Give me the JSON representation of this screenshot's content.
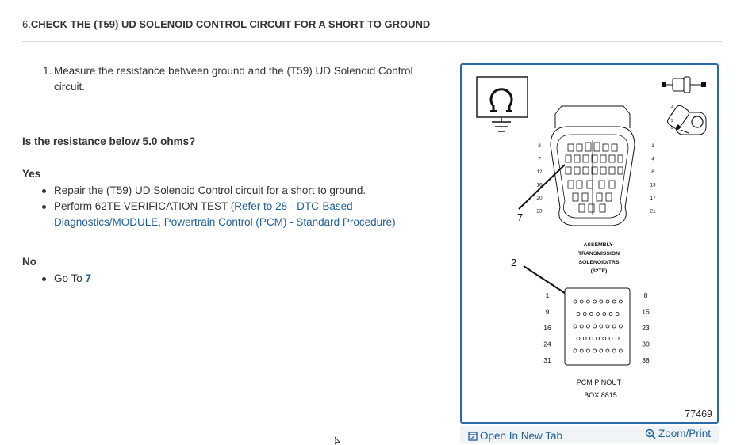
{
  "step": {
    "number": "6.",
    "title": "CHECK THE (T59) UD SOLENOID CONTROL CIRCUIT FOR A SHORT TO GROUND"
  },
  "instruction": {
    "number": "1.",
    "text": "Measure the resistance between ground and the (T59) UD Solenoid Control circuit."
  },
  "question": "Is the resistance below 5.0 ohms?",
  "yes": {
    "label": "Yes",
    "item1": "Repair the (T59) UD Solenoid Control circuit for a short to ground.",
    "item2_text": "Perform 62TE VERIFICATION TEST ",
    "item2_link": "(Refer to 28 - DTC-Based Diagnostics/MODULE, Powertrain Control (PCM) - Standard Procedure)"
  },
  "no": {
    "label": "No",
    "item_text": "Go To ",
    "item_link": "7"
  },
  "figure": {
    "assembly_label_lines": [
      "ASSEMBLY-",
      "TRANSMISSION",
      "SOLENOID/TRS",
      "(62TE)"
    ],
    "pcm_label_lines": [
      "PCM PINOUT",
      "BOX 8815"
    ],
    "callout_1": "7",
    "callout_2": "2",
    "connector_left_pins": [
      "3",
      "7",
      "12",
      "16",
      "20",
      "23"
    ],
    "connector_right_pins": [
      "1",
      "4",
      "8",
      "13",
      "17",
      "21"
    ],
    "pcm_left_pins": [
      "1",
      "9",
      "16",
      "24",
      "31"
    ],
    "pcm_right_pins": [
      "8",
      "15",
      "23",
      "30",
      "38"
    ],
    "probe_pins": [
      "3",
      "2",
      "1",
      "0"
    ],
    "figure_id": "77469",
    "open_tab": "Open In New Tab",
    "zoom": "Zoom/Print"
  }
}
